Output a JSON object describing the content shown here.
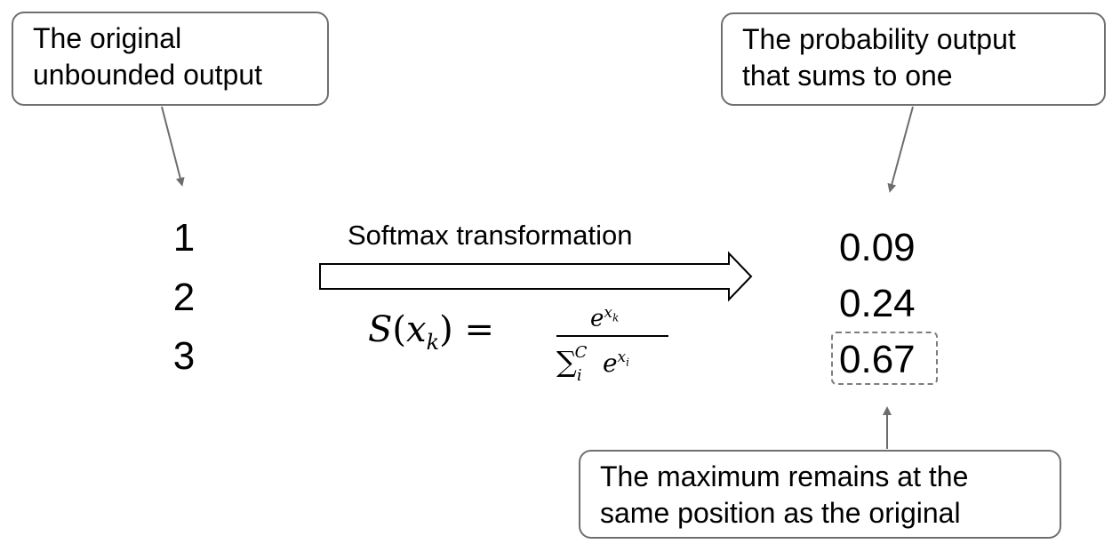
{
  "callouts": {
    "input": [
      "The original",
      "unbounded output"
    ],
    "output": [
      "The probability output",
      "that sums to one"
    ],
    "maximum": [
      "The maximum remains at the",
      "same position as the original"
    ]
  },
  "inputs": [
    "1",
    "2",
    "3"
  ],
  "transformation_label": "Softmax transformation",
  "formula": {
    "function": "S",
    "variable": "x",
    "index": "k",
    "sum_sub": "i",
    "sum_sup": "C",
    "exp_index": "i",
    "base": "e"
  },
  "outputs": [
    "0.09",
    "0.24",
    "0.67"
  ],
  "colors": {
    "callout_border": "#6f6f6f",
    "arrow": "#6d6d6d",
    "text": "#000000"
  }
}
